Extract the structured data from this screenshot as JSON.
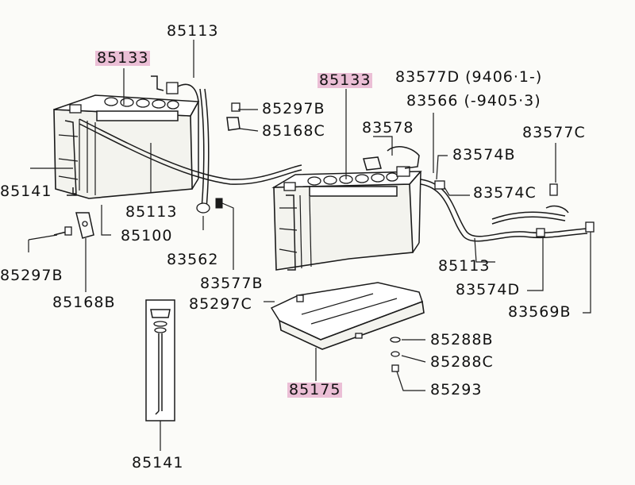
{
  "accent_color": "#e2a0c4",
  "labels": {
    "top_85113": "85113",
    "left_85133": "85133",
    "mid_85133": "85133",
    "l_83577D": "83577D (9406·1-)",
    "l_83566": "83566 (-9405·3)",
    "l_85297B_top": "85297B",
    "l_85168C": "85168C",
    "l_83578": "83578",
    "l_83577C": "83577C",
    "l_83574B": "83574B",
    "l_85141_left": "85141",
    "l_83574C": "83574C",
    "l_85113_mid": "85113",
    "l_85100": "85100",
    "l_85297B_left": "85297B",
    "l_83562": "83562",
    "l_85113_right": "85113",
    "l_83574D": "83574D",
    "l_83577B": "83577B",
    "l_85168B": "85168B",
    "l_85297C": "85297C",
    "l_83569B": "83569B",
    "l_85288B": "85288B",
    "l_85288C": "85288C",
    "l_85175": "85175",
    "l_85293": "85293",
    "l_85141_bottom": "85141"
  }
}
